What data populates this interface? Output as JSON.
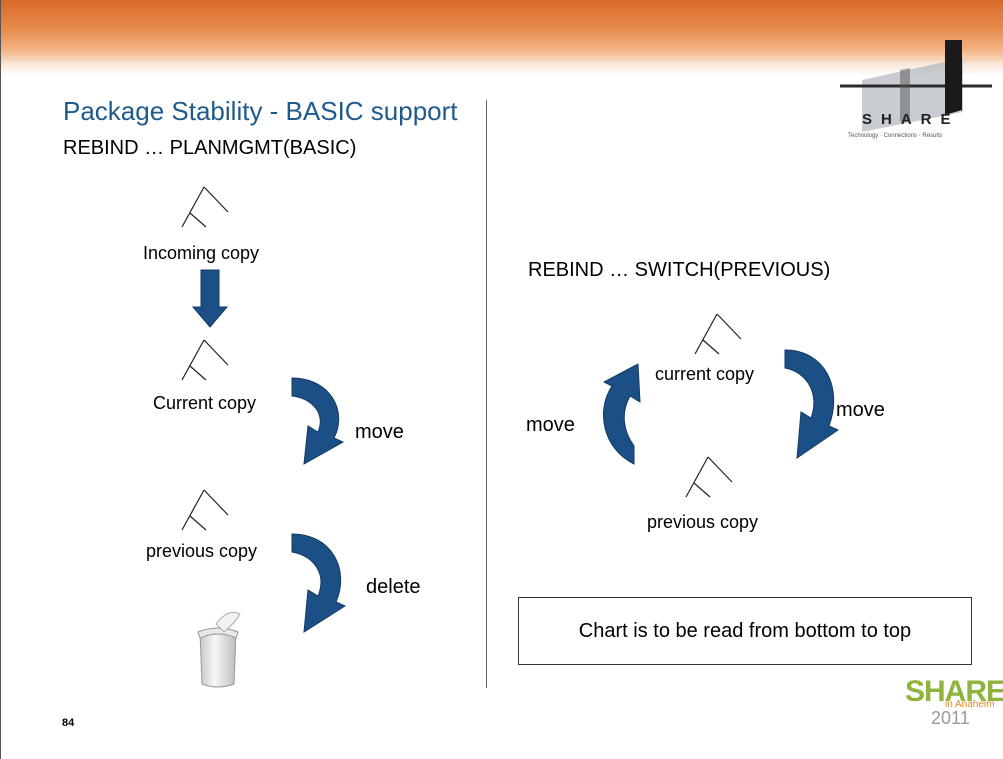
{
  "slide": {
    "title": "Package Stability - BASIC support",
    "left_heading": "REBIND … PLANMGMT(BASIC)",
    "right_heading": "REBIND … SWITCH(PREVIOUS)",
    "page_number": "84"
  },
  "left_diagram": {
    "incoming_label": "Incoming copy",
    "current_label": "Current copy",
    "previous_label": "previous copy",
    "move_label": "move",
    "delete_label": "delete"
  },
  "right_diagram": {
    "current_label": "current copy",
    "previous_label": "previous copy",
    "move_left_label": "move",
    "move_right_label": "move"
  },
  "note": "Chart is to be read from bottom to top",
  "logo": {
    "letters": "SHARE",
    "tagline": "Technology · Connections · Results"
  },
  "footer_logo": {
    "word": "SHARE",
    "location": "in Anaheim",
    "year": "2011"
  },
  "colors": {
    "accent": "#1f5a8c",
    "arrow": "#1c4f86",
    "header_orange": "#d96a2a"
  }
}
